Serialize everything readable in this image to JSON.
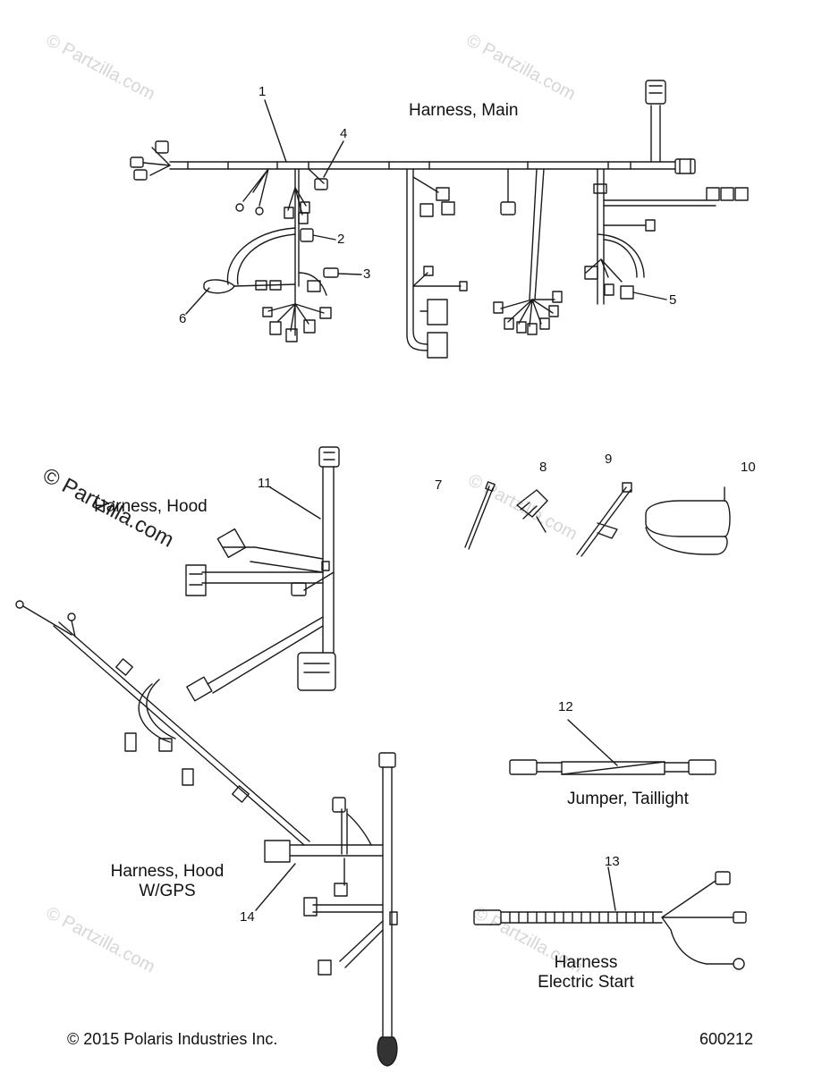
{
  "watermark": {
    "text": "© Partzilla.com",
    "overlay_text": "© Partzilla.com"
  },
  "titles": {
    "main": "Harness, Main",
    "hood": "Harness, Hood",
    "jumper": "Jumper, Taillight",
    "hood_gps_line1": "Harness, Hood",
    "hood_gps_line2": "W/GPS",
    "electric_start_line1": "Harness",
    "electric_start_line2": "Electric Start"
  },
  "callouts": [
    "1",
    "2",
    "3",
    "4",
    "5",
    "6",
    "7",
    "8",
    "9",
    "10",
    "11",
    "12",
    "13",
    "14"
  ],
  "footer": {
    "copyright": "© 2015 Polaris Industries Inc.",
    "diagram_id": "600212"
  }
}
